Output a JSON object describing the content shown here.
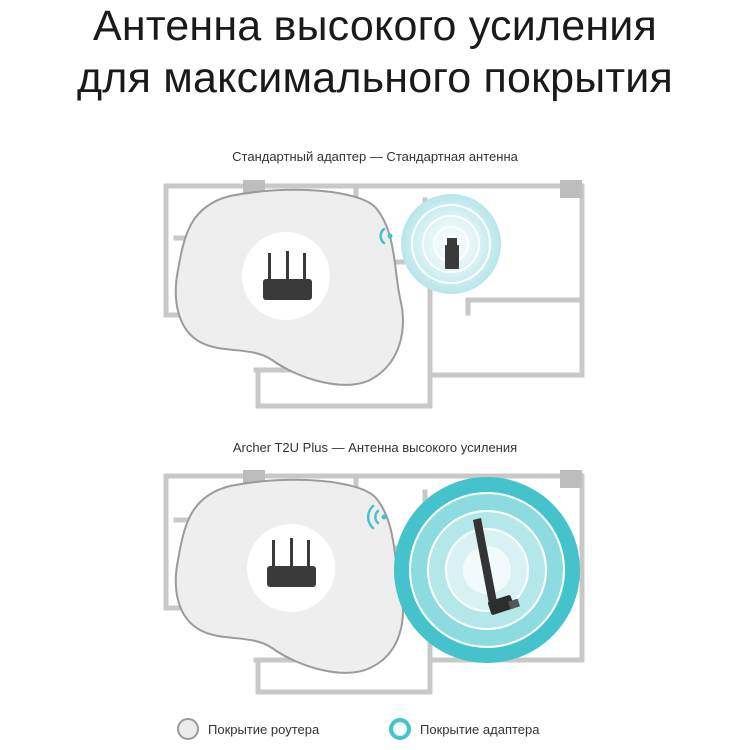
{
  "title": {
    "line1": "Антенна высокого усиления",
    "line2": "для максимального покрытия"
  },
  "panels": [
    {
      "caption": "Стандартный адаптер — Стандартная антенна",
      "antenna": "standard"
    },
    {
      "caption": "Archer T2U Plus — Антенна высокого усиления",
      "antenna": "high-gain"
    }
  ],
  "legend": {
    "router": "Покрытие роутера",
    "adapter": "Покрытие адаптера"
  },
  "colors": {
    "wall": "#c6c6c6",
    "router_fill": "#eeeeee",
    "router_stroke": "#9b9b9b",
    "device": "#3a3a3a",
    "adapter_accent": "#44c3cc",
    "adapter_light": "#d7f1f3"
  }
}
